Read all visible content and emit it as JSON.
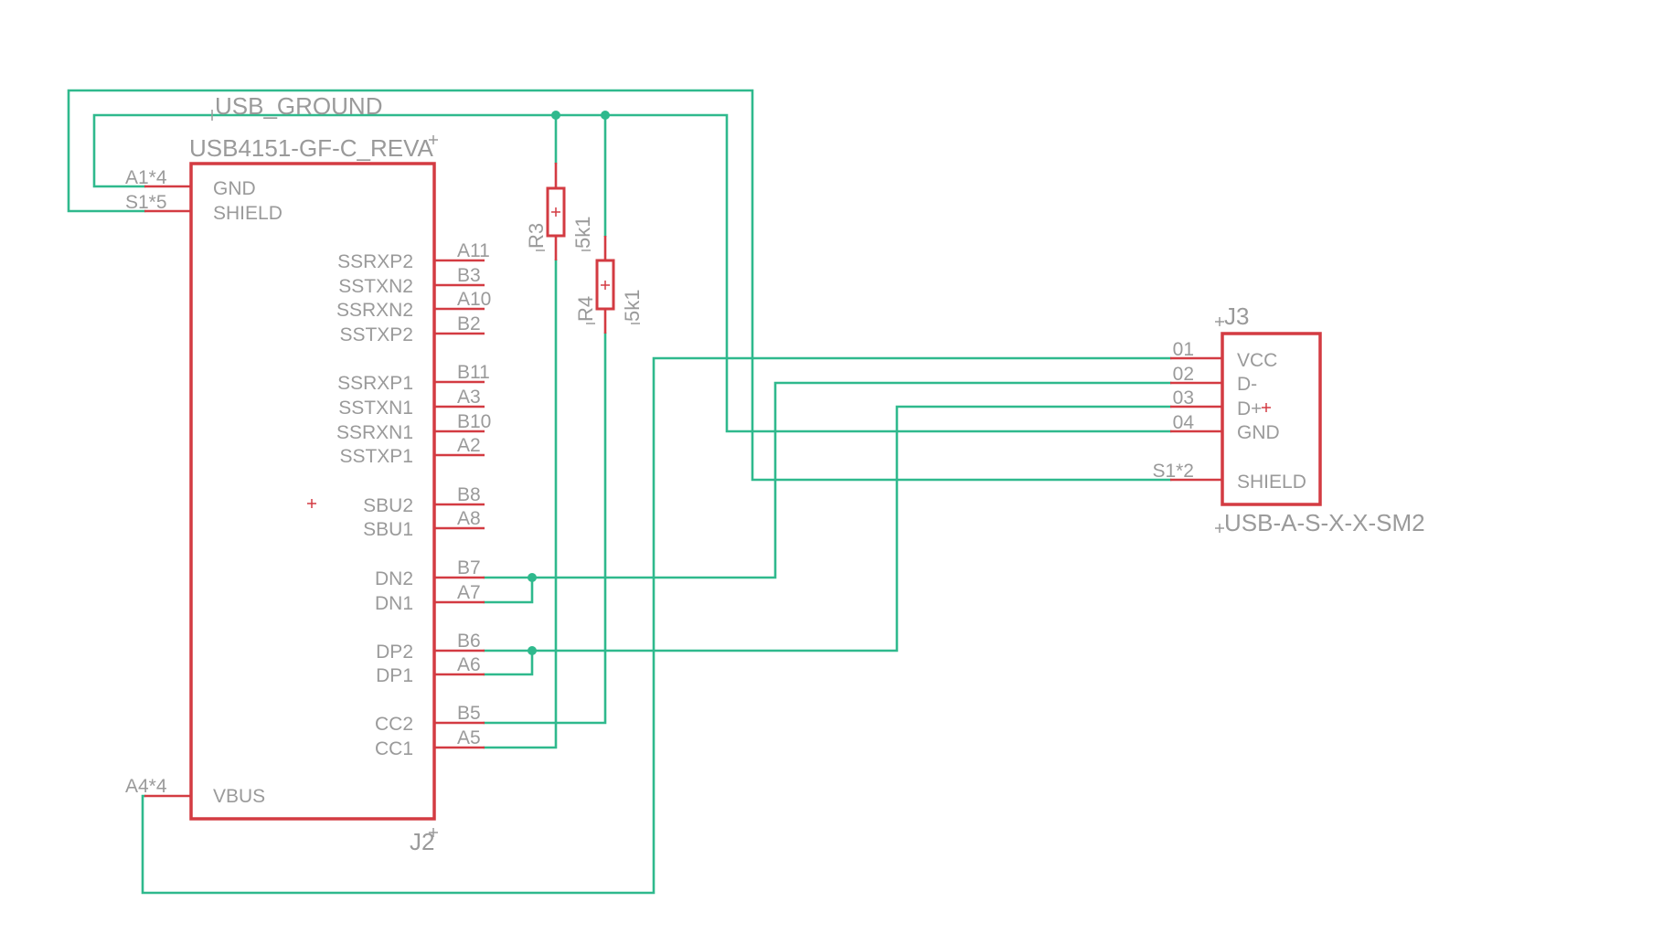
{
  "net_label": "USB_GROUND",
  "j2": {
    "value": "USB4151-GF-C_REVA",
    "name": "J2",
    "pins": [
      {
        "id": "gnd",
        "name": "GND",
        "pad": "A1*4"
      },
      {
        "id": "shield",
        "name": "SHIELD",
        "pad": "S1*5"
      },
      {
        "id": "ssrxp2",
        "name": "SSRXP2",
        "pad": "A11"
      },
      {
        "id": "sstxn2",
        "name": "SSTXN2",
        "pad": "B3"
      },
      {
        "id": "ssrxn2",
        "name": "SSRXN2",
        "pad": "A10"
      },
      {
        "id": "sstxp2",
        "name": "SSTXP2",
        "pad": "B2"
      },
      {
        "id": "ssrxp1",
        "name": "SSRXP1",
        "pad": "B11"
      },
      {
        "id": "sstxn1",
        "name": "SSTXN1",
        "pad": "A3"
      },
      {
        "id": "ssrxn1",
        "name": "SSRXN1",
        "pad": "B10"
      },
      {
        "id": "sstxp1",
        "name": "SSTXP1",
        "pad": "A2"
      },
      {
        "id": "sbu2",
        "name": "SBU2",
        "pad": "B8"
      },
      {
        "id": "sbu1",
        "name": "SBU1",
        "pad": "A8"
      },
      {
        "id": "dn2",
        "name": "DN2",
        "pad": "B7"
      },
      {
        "id": "dn1",
        "name": "DN1",
        "pad": "A7"
      },
      {
        "id": "dp2",
        "name": "DP2",
        "pad": "B6"
      },
      {
        "id": "dp1",
        "name": "DP1",
        "pad": "A6"
      },
      {
        "id": "cc2",
        "name": "CC2",
        "pad": "B5"
      },
      {
        "id": "cc1",
        "name": "CC1",
        "pad": "A5"
      },
      {
        "id": "vbus",
        "name": "VBUS",
        "pad": "A4*4"
      }
    ]
  },
  "r3": {
    "name": "R3",
    "value": "5k1"
  },
  "r4": {
    "name": "R4",
    "value": "5k1"
  },
  "j3": {
    "name": "J3",
    "value": "USB-A-S-X-X-SM2",
    "pins": [
      {
        "id": "vcc",
        "name": "VCC",
        "pad": "01"
      },
      {
        "id": "dminus",
        "name": "D-",
        "pad": "02"
      },
      {
        "id": "dplus",
        "name": "D+",
        "pad": "03"
      },
      {
        "id": "gnd",
        "name": "GND",
        "pad": "04"
      },
      {
        "id": "shield",
        "name": "SHIELD",
        "pad": "S1*2"
      }
    ]
  },
  "colors": {
    "wire": "#2fb98d",
    "symbol": "#d33b42",
    "text": "#9a9a9a",
    "background": "#ffffff"
  }
}
